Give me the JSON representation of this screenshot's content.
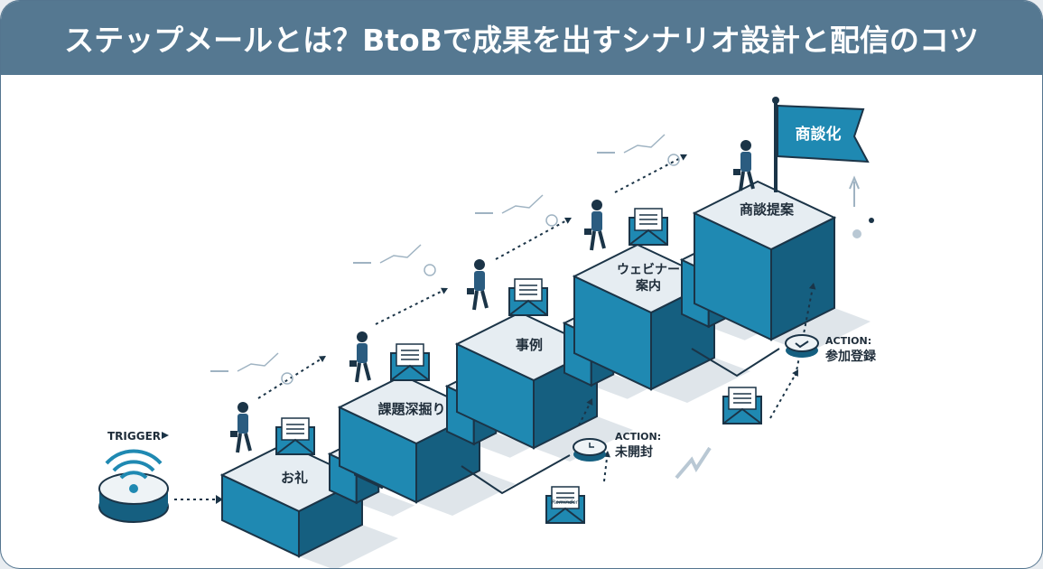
{
  "title": "ステップメールとは？BtoBで成果を出すシナリオ設計と配信のコツ",
  "trigger_label": "TRIGGER",
  "steps": [
    {
      "label": "お礼"
    },
    {
      "label": "課題深掘り"
    },
    {
      "label": "事例"
    },
    {
      "label_line1": "ウェビナー",
      "label_line2": "案内"
    },
    {
      "label": "商談提案"
    }
  ],
  "goal_flag": "商談化",
  "actions": [
    {
      "prefix": "ACTION:",
      "label": "未開封",
      "icon": "clock-icon"
    },
    {
      "prefix": "ACTION:",
      "label": "参加登録",
      "icon": "check-icon"
    }
  ],
  "reminder_text": "Reminder",
  "colors": {
    "banner": "#557891",
    "box_front": "#1f89b2",
    "box_side": "#155f80",
    "box_top": "#e6edf2",
    "outline": "#1b3447"
  }
}
